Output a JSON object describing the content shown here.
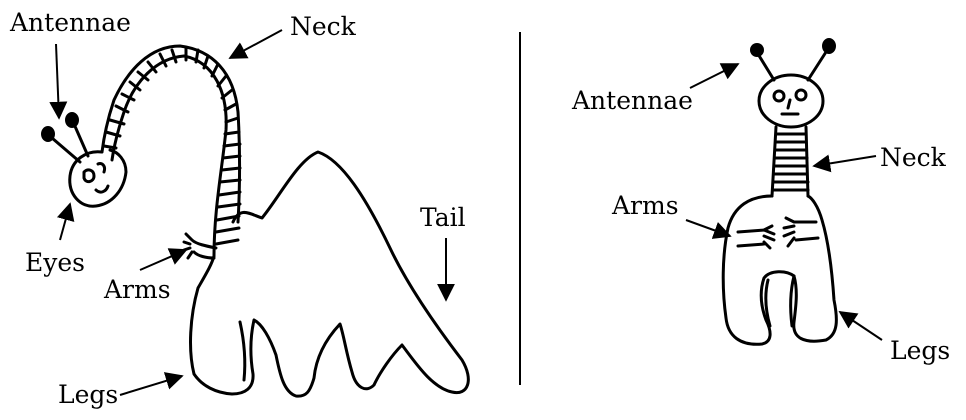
{
  "left_figure": {
    "labels": {
      "antennae": "Antennae",
      "neck": "Neck",
      "eyes": "Eyes",
      "arms": "Arms",
      "tail": "Tail",
      "legs": "Legs"
    }
  },
  "right_figure": {
    "labels": {
      "antennae": "Antennae",
      "neck": "Neck",
      "arms": "Arms",
      "legs": "Legs"
    }
  },
  "colors": {
    "ink": "#000000",
    "background": "#ffffff"
  }
}
